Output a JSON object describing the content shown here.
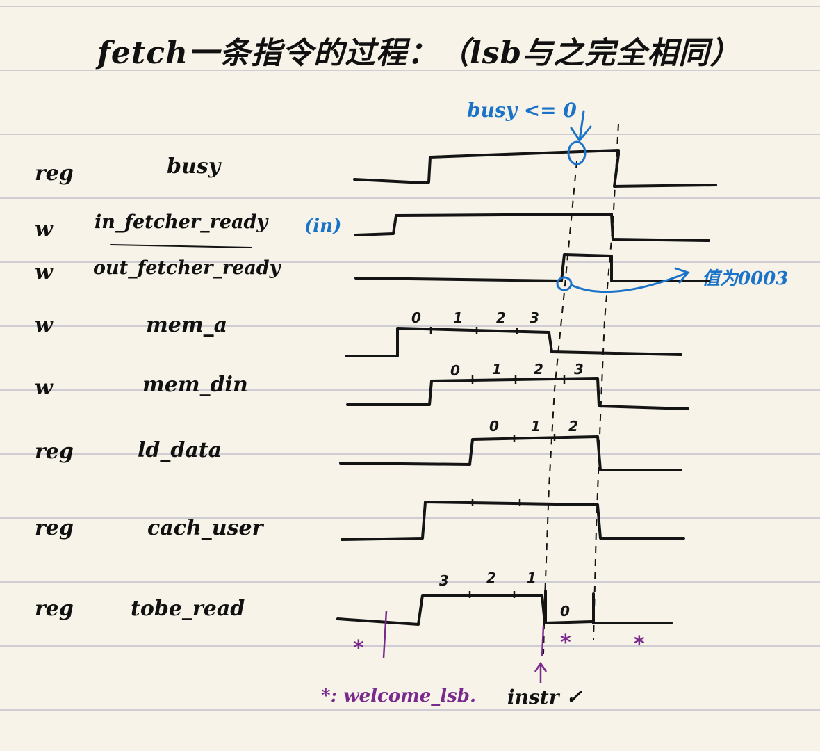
{
  "title": "fetch一条指令的过程：（lsb与之完全相同）",
  "annotations": {
    "busy_note": "busy <= 0",
    "in_note": "(in)",
    "out_note": "值为0003",
    "legend": "*: welcome_lsb.",
    "instr": "instr ✓"
  },
  "signals": [
    {
      "kind": "reg",
      "name": "busy"
    },
    {
      "kind": "w",
      "name": "in_fetcher_ready"
    },
    {
      "kind": "w",
      "name": "out_fetcher_ready"
    },
    {
      "kind": "w",
      "name": "mem_a"
    },
    {
      "kind": "w",
      "name": "mem_din"
    },
    {
      "kind": "reg",
      "name": "ld_data"
    },
    {
      "kind": "reg",
      "name": "cach_user"
    },
    {
      "kind": "reg",
      "name": "tobe_read"
    }
  ],
  "segment_labels": {
    "mem_a": [
      "0",
      "1",
      "2",
      "3"
    ],
    "mem_din": [
      "0",
      "1",
      "2",
      "3"
    ],
    "ld_data": [
      "0",
      "1",
      "2"
    ],
    "tobe_read": [
      "3",
      "2",
      "1",
      "0"
    ]
  },
  "colors": {
    "ink": "#141414",
    "blue": "#1a73c8",
    "purple": "#7a2a8c",
    "paper": "#f7f3e8"
  }
}
